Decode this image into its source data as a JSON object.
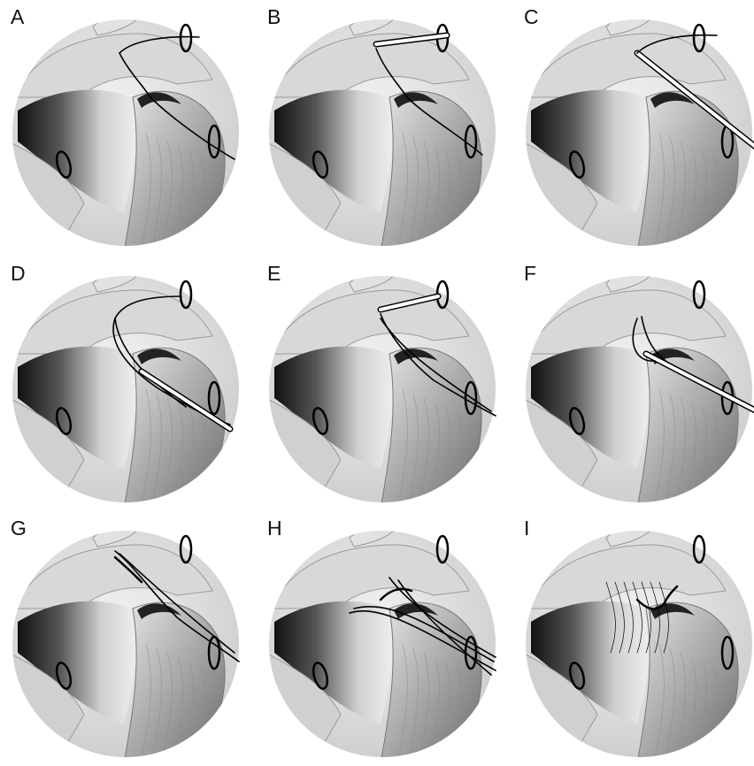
{
  "figure": {
    "panels": [
      {
        "label": "A",
        "step": "a"
      },
      {
        "label": "B",
        "step": "b"
      },
      {
        "label": "C",
        "step": "c"
      },
      {
        "label": "D",
        "step": "d"
      },
      {
        "label": "E",
        "step": "e"
      },
      {
        "label": "F",
        "step": "f"
      },
      {
        "label": "G",
        "step": "g"
      },
      {
        "label": "H",
        "step": "h"
      },
      {
        "label": "I",
        "step": "i"
      }
    ]
  }
}
